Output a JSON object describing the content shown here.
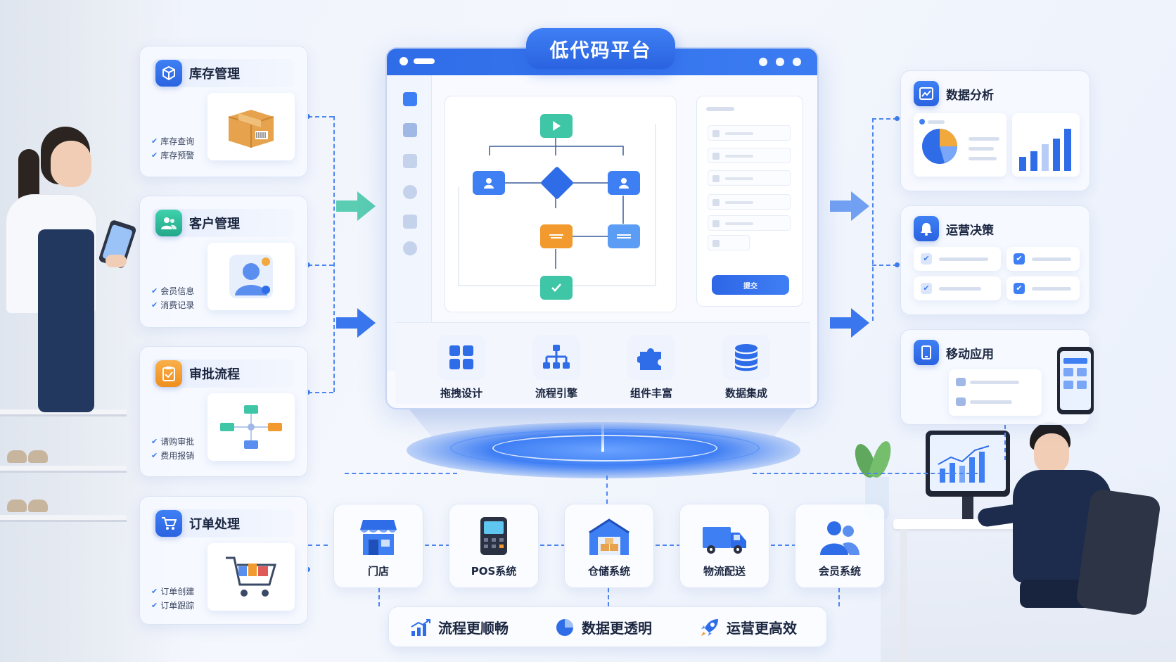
{
  "platform": {
    "title": "低代码平台",
    "submit_label": "提交",
    "features": [
      {
        "label": "拖拽设计",
        "icon": "drag-design-icon"
      },
      {
        "label": "流程引擎",
        "icon": "flow-engine-icon"
      },
      {
        "label": "组件丰富",
        "icon": "puzzle-icon"
      },
      {
        "label": "数据集成",
        "icon": "database-icon"
      }
    ]
  },
  "left_modules": [
    {
      "title": "库存管理",
      "icon": "cube-icon",
      "items": [
        "库存查询",
        "库存预警"
      ]
    },
    {
      "title": "客户管理",
      "icon": "users-icon",
      "items": [
        "会员信息",
        "消费记录"
      ]
    },
    {
      "title": "审批流程",
      "icon": "clipboard-check-icon",
      "items": [
        "请购审批",
        "费用报销"
      ]
    },
    {
      "title": "订单处理",
      "icon": "cart-icon",
      "items": [
        "订单创建",
        "订单跟踪"
      ]
    }
  ],
  "right_modules": [
    {
      "title": "数据分析",
      "icon": "chart-icon"
    },
    {
      "title": "运营决策",
      "icon": "bell-icon"
    },
    {
      "title": "移动应用",
      "icon": "phone-icon"
    }
  ],
  "systems": [
    {
      "label": "门店",
      "icon": "store-icon"
    },
    {
      "label": "POS系统",
      "icon": "pos-terminal-icon"
    },
    {
      "label": "仓储系统",
      "icon": "warehouse-icon"
    },
    {
      "label": "物流配送",
      "icon": "truck-icon"
    },
    {
      "label": "会员系统",
      "icon": "members-icon"
    }
  ],
  "benefits": [
    {
      "label": "流程更顺畅",
      "icon": "growth-chart-icon"
    },
    {
      "label": "数据更透明",
      "icon": "pie-chart-icon"
    },
    {
      "label": "运营更高效",
      "icon": "rocket-icon"
    }
  ],
  "colors": {
    "primary": "#2f6de8",
    "teal": "#27b89a",
    "orange": "#f29a2e",
    "background": "#eef2fb"
  }
}
